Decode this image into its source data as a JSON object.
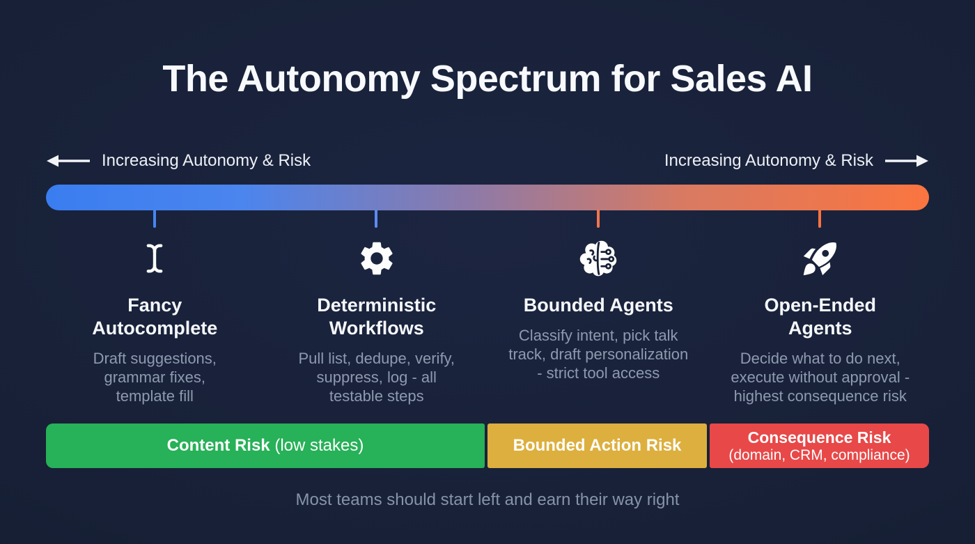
{
  "title": "The Autonomy Spectrum for Sales AI",
  "axis": {
    "left_label": "Increasing Autonomy & Risk",
    "right_label": "Increasing Autonomy & Risk"
  },
  "spectrum": {
    "gradient_start_color": "#3a7df0",
    "gradient_end_color": "#fa7540",
    "tick_colors": [
      "#4387f2",
      "#5b8df2",
      "#f2764e",
      "#fa7440"
    ]
  },
  "stages": [
    {
      "icon": "text-cursor-icon",
      "title": "Fancy\nAutocomplete",
      "description": "Draft suggestions,\ngrammar fixes,\ntemplate fill"
    },
    {
      "icon": "gear-icon",
      "title": "Deterministic\nWorkflows",
      "description": "Pull list, dedupe, verify,\nsuppress, log - all\ntestable steps"
    },
    {
      "icon": "brain-circuit-icon",
      "title": "Bounded Agents",
      "description": "Classify intent, pick talk\ntrack, draft personalization\n- strict tool access"
    },
    {
      "icon": "rocket-icon",
      "title": "Open-Ended\nAgents",
      "description": "Decide what to do next,\nexecute without approval -\nhighest consequence risk"
    }
  ],
  "risk_bands": [
    {
      "label_bold": "Content Risk",
      "label_suffix": " (low stakes)",
      "color": "#27b158"
    },
    {
      "label_bold": "Bounded Action Risk",
      "label_suffix": "",
      "color": "#ddaf3e"
    },
    {
      "label_bold": "Consequence Risk",
      "label_sub": "(domain, CRM, compliance)",
      "color": "#e84848"
    }
  ],
  "footer": "Most teams should start left and earn their way right"
}
